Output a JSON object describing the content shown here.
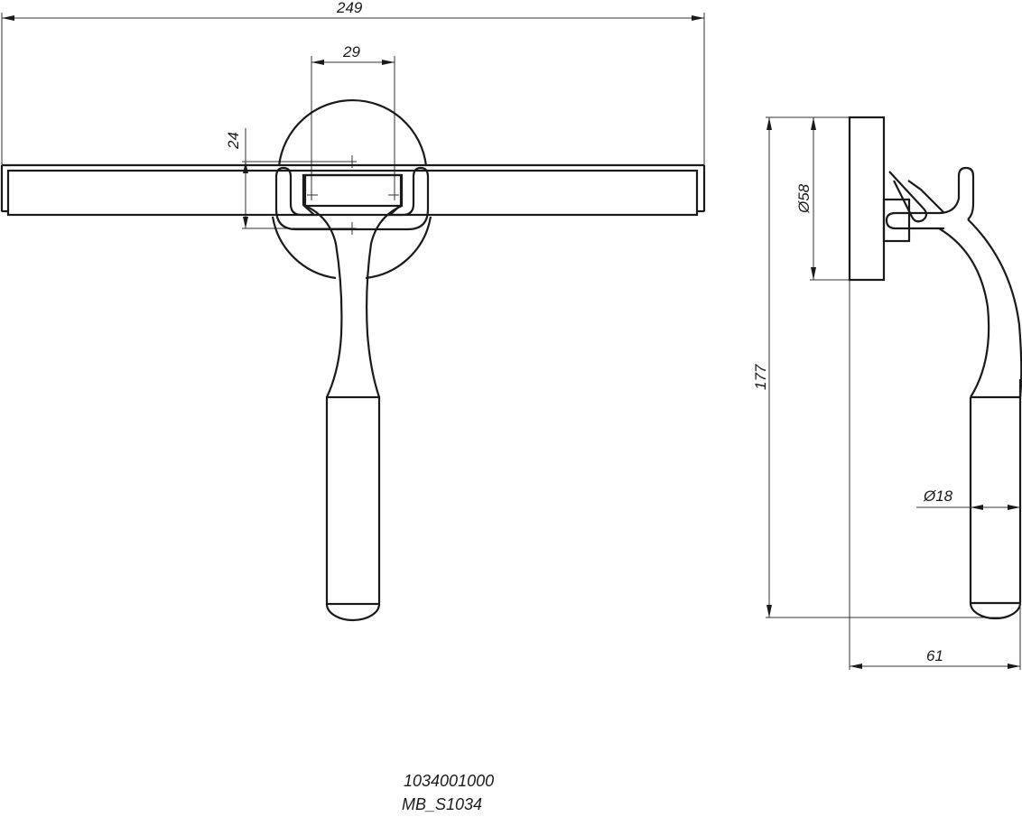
{
  "drawing": {
    "title": "Squeegee technical drawing",
    "stroke_color": "#1a1a1a",
    "background": "#ffffff"
  },
  "dimensions": {
    "overall_width": "249",
    "mount_spacing": "29",
    "blade_height": "24",
    "disc_diameter": "Ø58",
    "total_height": "177",
    "grip_diameter": "Ø18",
    "depth": "61"
  },
  "footer": {
    "article_number": "1034001000",
    "model_code": "MB_S1034"
  }
}
